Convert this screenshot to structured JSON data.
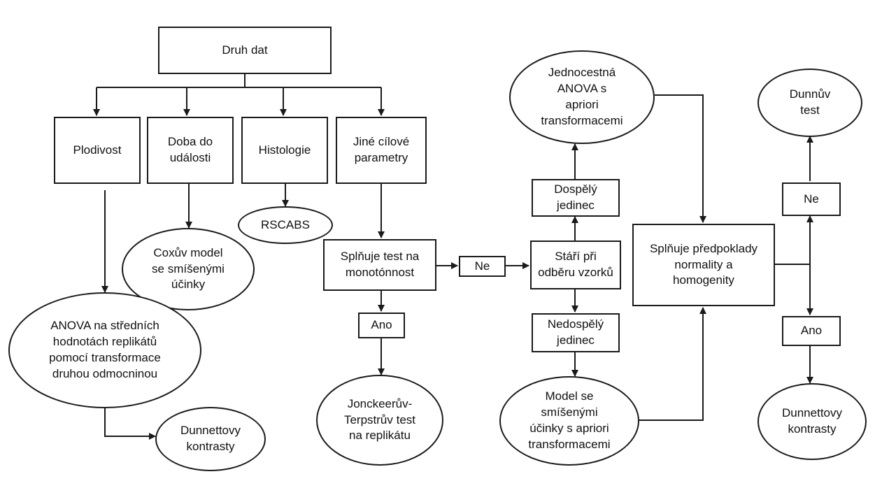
{
  "nodes": {
    "druh_dat": "Druh dat",
    "plodivost": "Plodivost",
    "doba_do_udalosti": "Doba do\nudálosti",
    "histologie": "Histologie",
    "jine_cilove": "Jiné cílové\nparametry",
    "rscabs": "RSCABS",
    "coxuv_model": "Coxův model\nse smíšenými\núčinky",
    "anova_stred": "ANOVA na středních\nhodnotách replikátů\npomocí transformace\ndruhou odmocninou",
    "dunnettovy_left": "Dunnettovy\nkontrasty",
    "splnuje_monotonnost": "Splňuje test na\nmonotónnost",
    "ne_mid": "Ne",
    "ano_mid": "Ano",
    "jonckeeruv": "Jonckeerův-\nTerpstrův test\nna replikátu",
    "stari": "Stáří při\nodběru vzorků",
    "dospely": "Dospělý\njedinec",
    "nedospely": "Nedospělý\njedinec",
    "jednocestna": "Jednocestná\nANOVA s\napriori\ntransformacemi",
    "model_smisene": "Model se\nsmíšenými\núčinky s apriori\ntransformacemi",
    "splnuje_predpoklady": "Splňuje předpoklady\nnormality a\nhomogenity",
    "ne_right": "Ne",
    "ano_right": "Ano",
    "dunnuv": "Dunnův\ntest",
    "dunnettovy_right": "Dunnettovy\nkontrasty"
  }
}
